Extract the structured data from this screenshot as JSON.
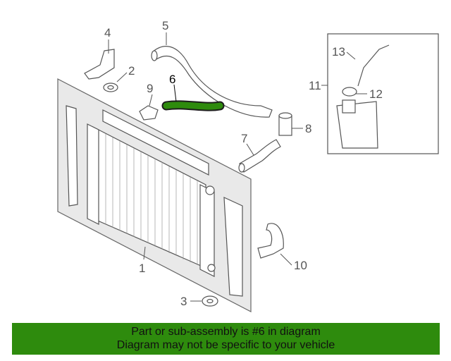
{
  "callouts": {
    "c1": "1",
    "c2": "2",
    "c3": "3",
    "c4": "4",
    "c5": "5",
    "c6": "6",
    "c7": "7",
    "c8": "8",
    "c9": "9",
    "c10": "10",
    "c11": "11",
    "c12": "12",
    "c13": "13"
  },
  "highlighted_part": "6",
  "colors": {
    "highlight": "#2e8b0d",
    "footer_bg": "#2e8b0d",
    "line": "#555555"
  },
  "footer": {
    "line1": "Part or sub-assembly is #6 in diagram",
    "line2": "Diagram may not be specific to your vehicle"
  }
}
